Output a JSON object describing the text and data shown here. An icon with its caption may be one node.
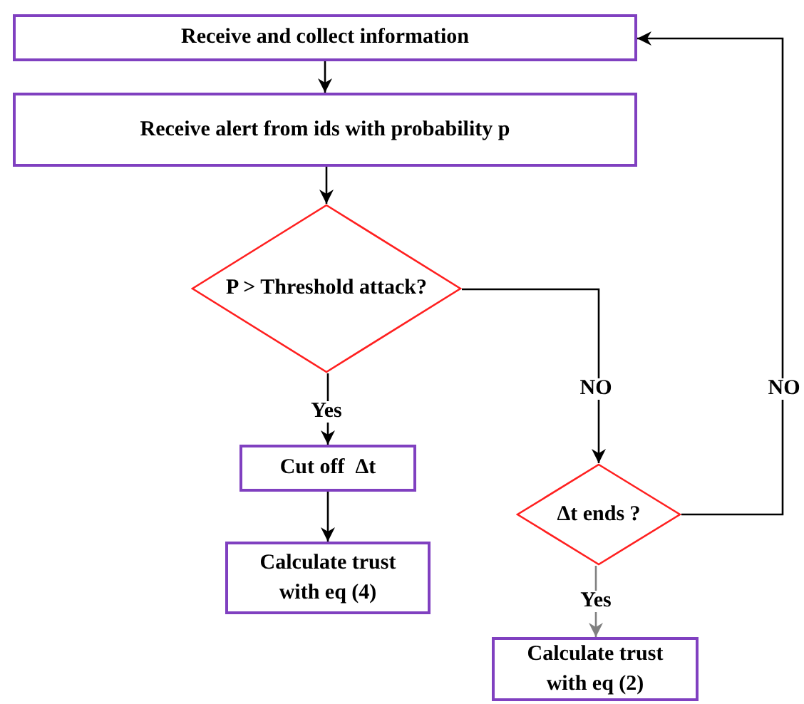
{
  "diagram": {
    "nodes": [
      {
        "text": [
          "Receive and collect information"
        ]
      },
      {
        "text": [
          "Receive alert from ids with probability p"
        ]
      },
      {
        "text": [
          "P > Threshold attack?"
        ]
      },
      {
        "text": [
          "Cut off  Δt"
        ]
      },
      {
        "text": [
          "Calculate trust with eq (4)"
        ]
      },
      {
        "text": [
          "Δt ends ?"
        ]
      },
      {
        "text": [
          "Calculate trust with eq (2)"
        ]
      }
    ],
    "edges": [
      {
        "from": 0,
        "to": 1,
        "arrow": "to"
      },
      {
        "from": 1,
        "to": 2,
        "arrow": "to"
      },
      {
        "from": 2,
        "to": 3,
        "arrow": "to",
        "label": "Yes"
      },
      {
        "from": 3,
        "to": 4,
        "arrow": "to"
      },
      {
        "from": 2,
        "to": 5,
        "arrow": "to",
        "label": "NO"
      },
      {
        "from": 5,
        "to": 0,
        "arrow": "to",
        "label": "NO"
      },
      {
        "from": 5,
        "to": 6,
        "arrow": "to",
        "label": "Yes",
        "color": "#808080"
      }
    ]
  }
}
